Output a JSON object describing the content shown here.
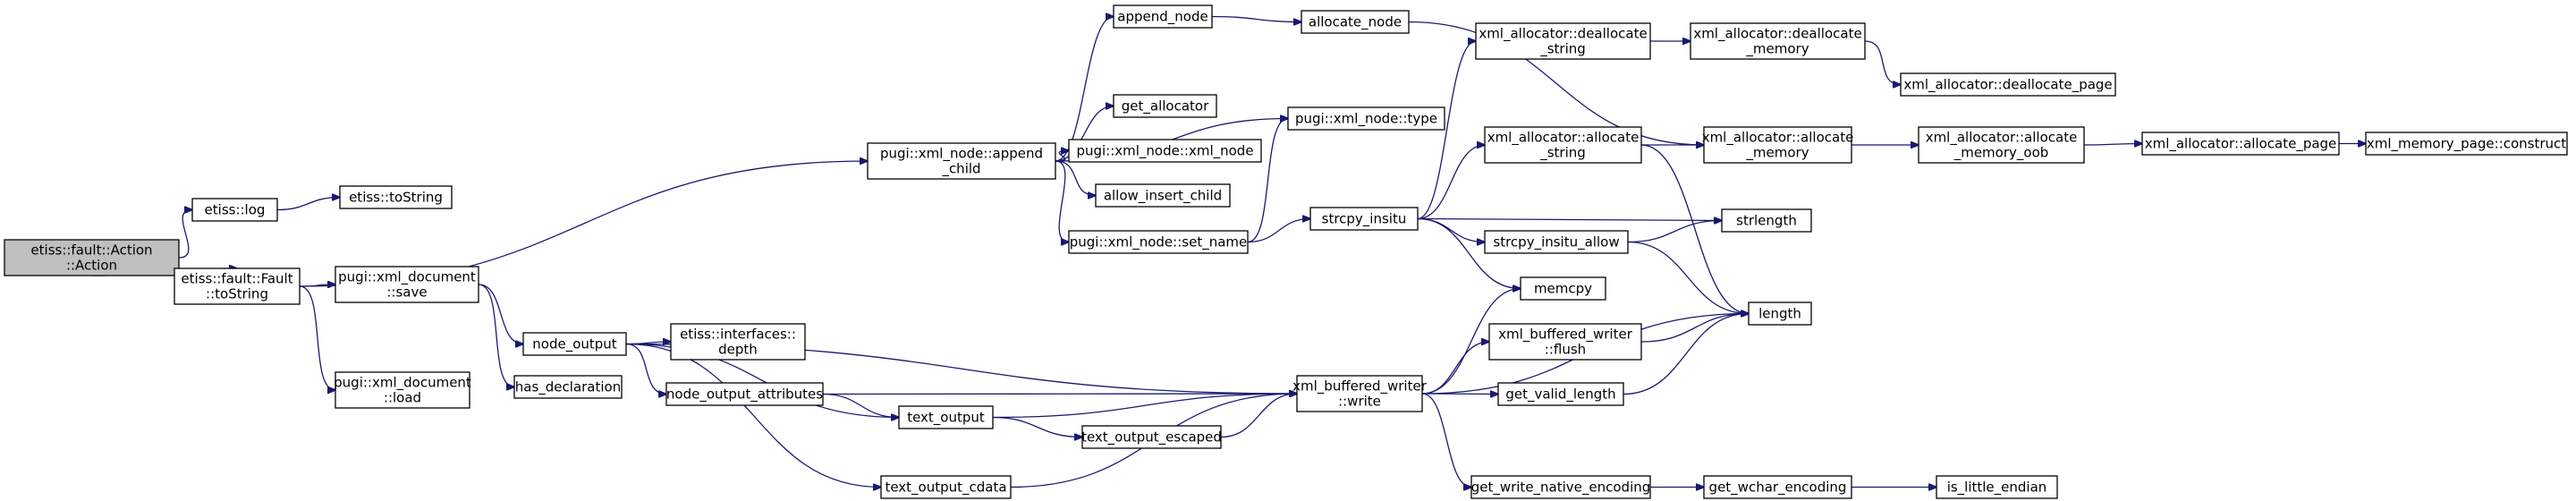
{
  "graph": {
    "nodes": [
      {
        "id": "root",
        "lines": [
          "etiss::fault::Action",
          "::Action"
        ],
        "root": true
      },
      {
        "id": "log",
        "lines": [
          "etiss::log"
        ]
      },
      {
        "id": "tostring_a",
        "lines": [
          "etiss::toString"
        ]
      },
      {
        "id": "fault_tostring",
        "lines": [
          "etiss::fault::Fault",
          "::toString"
        ]
      },
      {
        "id": "append_child",
        "lines": [
          "pugi::xml_node::append",
          "_child"
        ]
      },
      {
        "id": "append_node",
        "lines": [
          "append_node"
        ]
      },
      {
        "id": "allocate_node",
        "lines": [
          "allocate_node"
        ]
      },
      {
        "id": "get_allocator",
        "lines": [
          "get_allocator"
        ]
      },
      {
        "id": "xml_node_ctor",
        "lines": [
          "pugi::xml_node::xml_node"
        ]
      },
      {
        "id": "allow_insert_child",
        "lines": [
          "allow_insert_child"
        ]
      },
      {
        "id": "set_name",
        "lines": [
          "pugi::xml_node::set_name"
        ]
      },
      {
        "id": "node_type",
        "lines": [
          "pugi::xml_node::type"
        ]
      },
      {
        "id": "strcpy_insitu",
        "lines": [
          "strcpy_insitu"
        ]
      },
      {
        "id": "dealloc_string",
        "lines": [
          "xml_allocator::deallocate",
          "_string"
        ]
      },
      {
        "id": "alloc_string",
        "lines": [
          "xml_allocator::allocate",
          "_string"
        ]
      },
      {
        "id": "strcpy_insitu_allow",
        "lines": [
          "strcpy_insitu_allow"
        ]
      },
      {
        "id": "strlength",
        "lines": [
          "strlength"
        ]
      },
      {
        "id": "memcpy",
        "lines": [
          "memcpy"
        ]
      },
      {
        "id": "length",
        "lines": [
          "length"
        ]
      },
      {
        "id": "dealloc_memory",
        "lines": [
          "xml_allocator::deallocate",
          "_memory"
        ]
      },
      {
        "id": "dealloc_page",
        "lines": [
          "xml_allocator::deallocate_page"
        ]
      },
      {
        "id": "alloc_memory",
        "lines": [
          "xml_allocator::allocate",
          "_memory"
        ]
      },
      {
        "id": "alloc_memory_oob",
        "lines": [
          "xml_allocator::allocate",
          "_memory_oob"
        ]
      },
      {
        "id": "alloc_page",
        "lines": [
          "xml_allocator::allocate_page"
        ]
      },
      {
        "id": "page_construct",
        "lines": [
          "xml_memory_page::construct"
        ]
      },
      {
        "id": "doc_save",
        "lines": [
          "pugi::xml_document",
          "::save"
        ]
      },
      {
        "id": "doc_load",
        "lines": [
          "pugi::xml_document",
          "::load"
        ]
      },
      {
        "id": "node_output",
        "lines": [
          "node_output"
        ]
      },
      {
        "id": "has_declaration",
        "lines": [
          "has_declaration"
        ]
      },
      {
        "id": "depth",
        "lines": [
          "etiss::interfaces::",
          "depth"
        ]
      },
      {
        "id": "node_output_attributes",
        "lines": [
          "node_output_attributes"
        ]
      },
      {
        "id": "text_output",
        "lines": [
          "text_output"
        ]
      },
      {
        "id": "text_output_escaped",
        "lines": [
          "text_output_escaped"
        ]
      },
      {
        "id": "text_output_cdata",
        "lines": [
          "text_output_cdata"
        ]
      },
      {
        "id": "buffered_write",
        "lines": [
          "xml_buffered_writer",
          "::write"
        ]
      },
      {
        "id": "buffered_flush",
        "lines": [
          "xml_buffered_writer",
          "::flush"
        ]
      },
      {
        "id": "get_valid_length",
        "lines": [
          "get_valid_length"
        ]
      },
      {
        "id": "get_write_native_encoding",
        "lines": [
          "get_write_native_encoding"
        ]
      },
      {
        "id": "get_wchar_encoding",
        "lines": [
          "get_wchar_encoding"
        ]
      },
      {
        "id": "is_little_endian",
        "lines": [
          "is_little_endian"
        ]
      }
    ],
    "edges": [
      [
        "root",
        "log"
      ],
      [
        "root",
        "fault_tostring"
      ],
      [
        "log",
        "tostring_a"
      ],
      [
        "fault_tostring",
        "append_child"
      ],
      [
        "fault_tostring",
        "doc_save"
      ],
      [
        "fault_tostring",
        "doc_load"
      ],
      [
        "append_child",
        "append_node"
      ],
      [
        "append_child",
        "node_type"
      ],
      [
        "append_child",
        "get_allocator"
      ],
      [
        "append_child",
        "xml_node_ctor"
      ],
      [
        "append_child",
        "allow_insert_child"
      ],
      [
        "append_child",
        "set_name"
      ],
      [
        "append_node",
        "allocate_node"
      ],
      [
        "allocate_node",
        "alloc_memory"
      ],
      [
        "set_name",
        "node_type"
      ],
      [
        "set_name",
        "strcpy_insitu"
      ],
      [
        "strcpy_insitu",
        "dealloc_string"
      ],
      [
        "strcpy_insitu",
        "alloc_string"
      ],
      [
        "strcpy_insitu",
        "strlength"
      ],
      [
        "strcpy_insitu",
        "strcpy_insitu_allow"
      ],
      [
        "strcpy_insitu",
        "memcpy"
      ],
      [
        "dealloc_string",
        "dealloc_memory"
      ],
      [
        "dealloc_memory",
        "dealloc_page"
      ],
      [
        "alloc_string",
        "alloc_memory"
      ],
      [
        "alloc_string",
        "length"
      ],
      [
        "alloc_memory",
        "alloc_memory_oob"
      ],
      [
        "alloc_memory_oob",
        "alloc_page"
      ],
      [
        "alloc_page",
        "page_construct"
      ],
      [
        "strcpy_insitu_allow",
        "strlength"
      ],
      [
        "strcpy_insitu_allow",
        "length"
      ],
      [
        "doc_save",
        "node_output"
      ],
      [
        "doc_save",
        "has_declaration"
      ],
      [
        "node_output",
        "depth"
      ],
      [
        "node_output",
        "buffered_write"
      ],
      [
        "node_output",
        "node_output_attributes"
      ],
      [
        "node_output",
        "text_output"
      ],
      [
        "node_output",
        "text_output_cdata"
      ],
      [
        "node_output_attributes",
        "buffered_write"
      ],
      [
        "node_output_attributes",
        "text_output"
      ],
      [
        "text_output",
        "buffered_write"
      ],
      [
        "text_output",
        "text_output_escaped"
      ],
      [
        "text_output_escaped",
        "buffered_write"
      ],
      [
        "text_output_cdata",
        "buffered_write"
      ],
      [
        "buffered_write",
        "memcpy"
      ],
      [
        "buffered_write",
        "buffered_flush"
      ],
      [
        "buffered_write",
        "get_valid_length"
      ],
      [
        "buffered_write",
        "length"
      ],
      [
        "buffered_write",
        "get_write_native_encoding"
      ],
      [
        "buffered_flush",
        "length"
      ],
      [
        "get_valid_length",
        "length"
      ],
      [
        "get_write_native_encoding",
        "get_wchar_encoding"
      ],
      [
        "get_wchar_encoding",
        "is_little_endian"
      ]
    ]
  }
}
